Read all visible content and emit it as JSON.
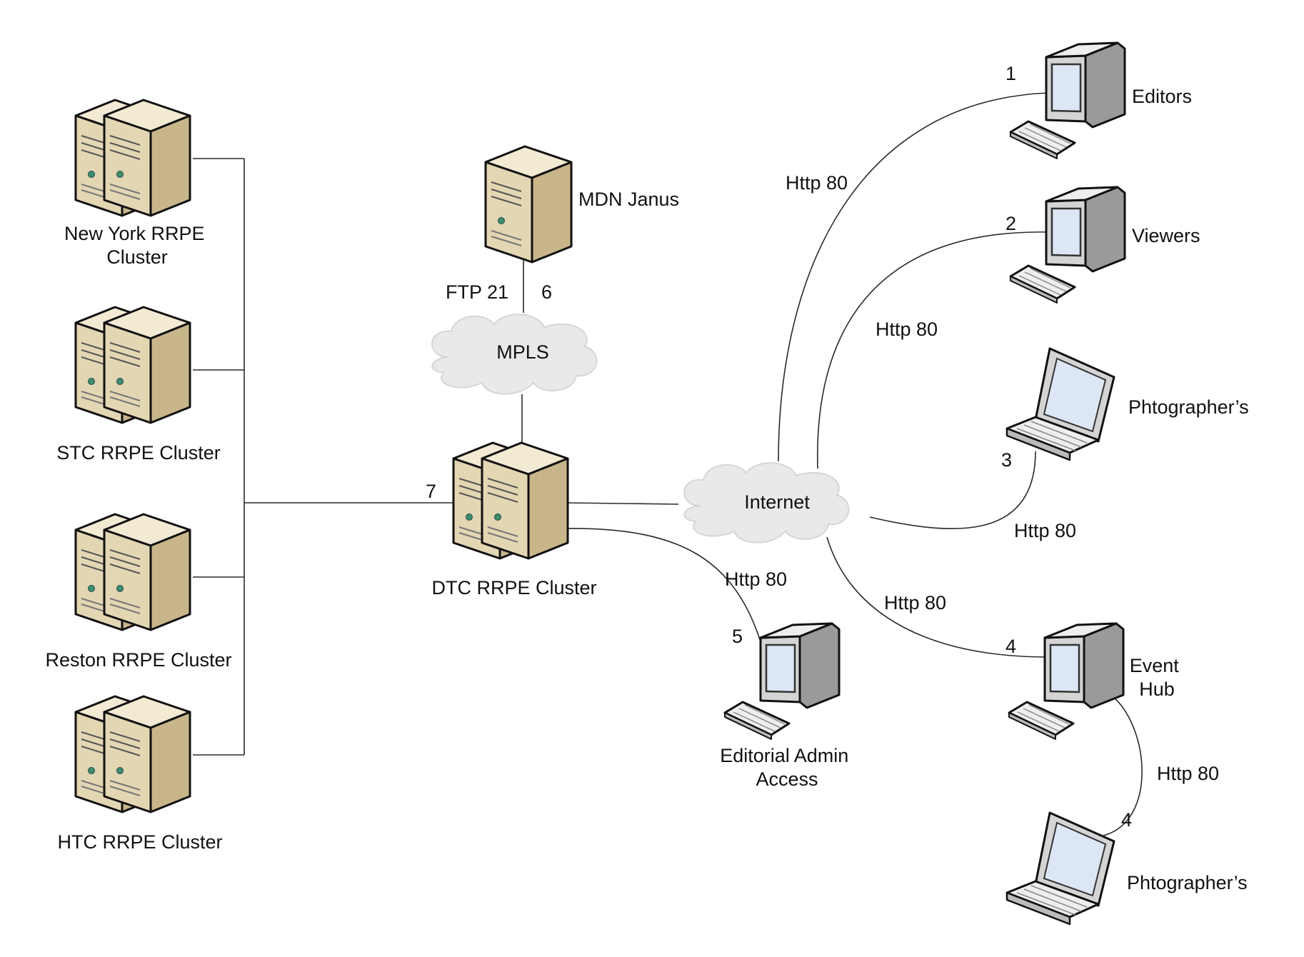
{
  "nodes": {
    "new_york": {
      "label_line1": "New York RRPE",
      "label_line2": "Cluster"
    },
    "stc": {
      "label": "STC RRPE Cluster"
    },
    "reston": {
      "label": "Reston RRPE Cluster"
    },
    "htc": {
      "label": "HTC RRPE Cluster"
    },
    "mdn_janus": {
      "label": "MDN Janus"
    },
    "mpls": {
      "label": "MPLS"
    },
    "dtc": {
      "label": "DTC RRPE Cluster"
    },
    "internet": {
      "label": "Internet"
    },
    "editors": {
      "label": "Editors"
    },
    "viewers": {
      "label": "Viewers"
    },
    "photographers_top": {
      "label": "Phtographer’s"
    },
    "event_hub": {
      "label_line1": "Event",
      "label_line2": "Hub"
    },
    "photographers_bottom": {
      "label": "Phtographer’s"
    },
    "editorial_admin": {
      "label_line1": "Editorial Admin",
      "label_line2": "Access"
    }
  },
  "edges": {
    "ftp": {
      "protocol": "FTP 21",
      "number": "6"
    },
    "dtc_link": {
      "number": "7"
    },
    "editors": {
      "protocol": "Http 80",
      "number": "1"
    },
    "viewers": {
      "protocol": "Http 80",
      "number": "2"
    },
    "photographers_top": {
      "protocol": "Http 80",
      "number": "3"
    },
    "event_hub": {
      "protocol": "Http 80",
      "number": "4"
    },
    "photographers_bottom": {
      "protocol": "Http 80",
      "number": "4"
    },
    "editorial_admin": {
      "protocol": "Http 80",
      "number": "5"
    }
  },
  "colors": {
    "server_front": "#e3d6b3",
    "server_side": "#c8b68a",
    "server_top": "#f2ead3",
    "monitor_case": "#d4d4d4",
    "screen": "#dde6f5",
    "cloud": "#e9e9e9",
    "line": "#2a2a2a"
  }
}
